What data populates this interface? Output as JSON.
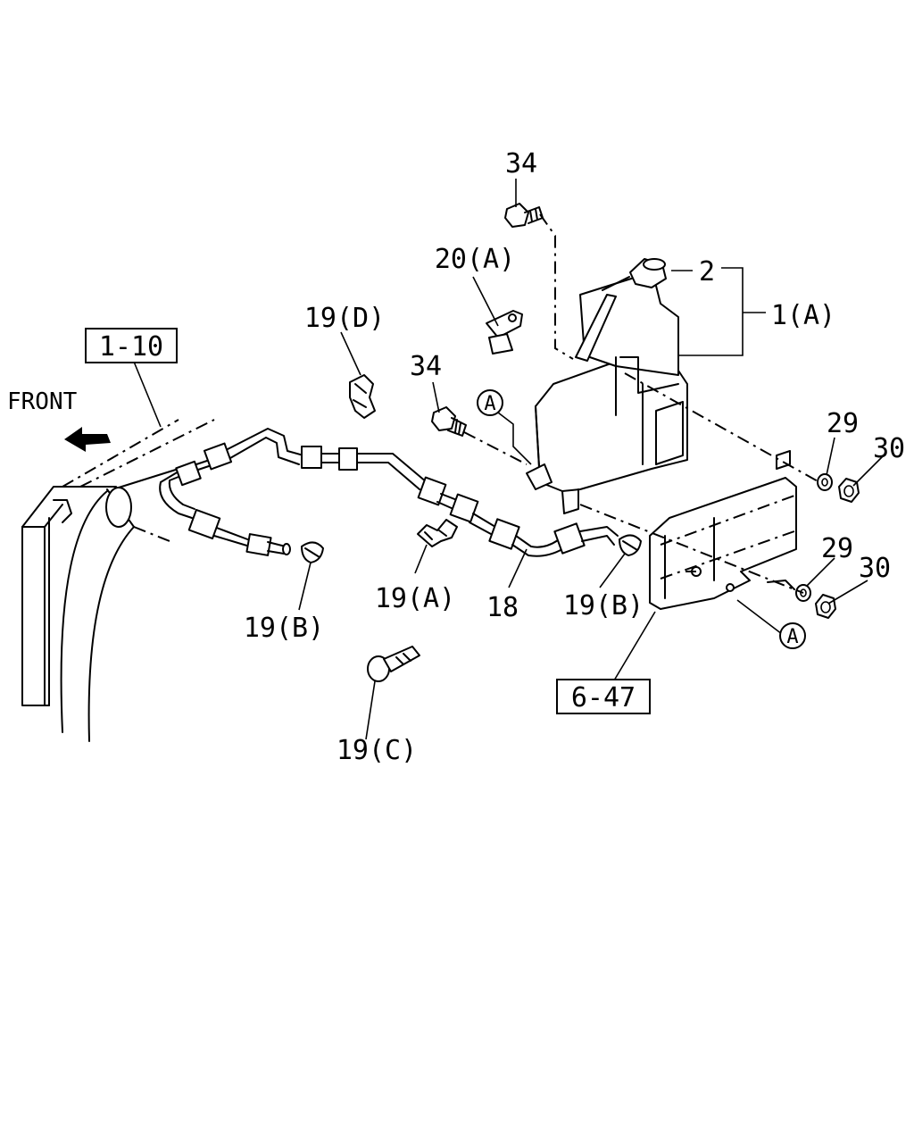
{
  "labels": {
    "front": "FRONT",
    "ref_1_10": "1-10",
    "ref_6_47": "6-47",
    "part_34_top": "34",
    "part_34_mid": "34",
    "part_20a": "20(A)",
    "part_2": "2",
    "part_1a": "1(A)",
    "part_19d": "19(D)",
    "part_19a": "19(A)",
    "part_18": "18",
    "part_19b_left": "19(B)",
    "part_19b_right": "19(B)",
    "part_19c": "19(C)",
    "part_29_top": "29",
    "part_30_top": "30",
    "part_29_bottom": "29",
    "part_30_bottom": "30",
    "callout_a_top": "A",
    "callout_a_bottom": "A"
  }
}
